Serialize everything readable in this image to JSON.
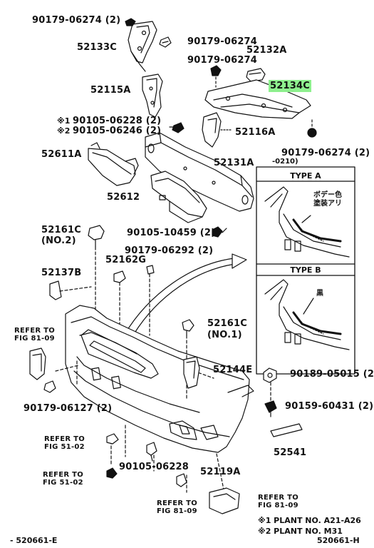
{
  "callouts": {
    "p90179_06274_2_top": "90179-06274 (2)",
    "p52133c": "52133C",
    "p90179_06274_a": "90179-06274",
    "p52132a": "52132A",
    "p90179_06274_b": "90179-06274",
    "p52115a": "52115A",
    "p52134c": "52134C",
    "p90105_06228_2": "90105-06228 (2)",
    "p90105_06246_2": "90105-06246 (2)",
    "mark1": "※1",
    "mark2": "※2",
    "p52116a": "52116A",
    "p52611a": "52611A",
    "p90179_06274_2_right": "90179-06274 (2)",
    "p52131a": "52131A",
    "p52612": "52612",
    "p90105_10459_2": "90105-10459 (2)",
    "p52161c_top": "52161C",
    "no2": "(NO.2)",
    "p90179_06292_2": "90179-06292 (2)",
    "p52162g": "52162G",
    "p52137b": "52137B",
    "p52161c_mid": "52161C",
    "no1": "(NO.1)",
    "refer_fig_81_09_left": [
      "REFER TO",
      "FIG 81-09"
    ],
    "p52144e": "52144E",
    "p90189_05015_2": "90189-05015 (2)",
    "p90179_06127_2": "90179-06127 (2)",
    "p90159_60431_2": "90159-60431 (2)",
    "refer_fig_51_02_a": [
      "REFER TO",
      "FIG 51-02"
    ],
    "p52541": "52541",
    "p90105_06228": "90105-06228",
    "p52119a": "52119A",
    "refer_fig_51_02_b": [
      "REFER TO",
      "FIG 51-02"
    ],
    "refer_fig_81_09_bottom_left": [
      "REFER TO",
      "FIG 81-09"
    ],
    "refer_fig_81_09_bottom_right": [
      "REFER TO",
      "FIG 81-09"
    ]
  },
  "type_box": {
    "date": "-0210)",
    "type_a": "TYPE A",
    "type_a_note": [
      "ボデー色",
      "塗装アリ"
    ],
    "type_b": "TYPE B",
    "type_b_note": "黒"
  },
  "footnotes": {
    "plant1": "※1 PLANT NO. A21-A26",
    "plant2": "※2 PLANT NO. M31"
  },
  "footer": {
    "left_code": "- 520661-E",
    "right_code": "520661-H"
  },
  "colors": {
    "highlight": "#8ef08e",
    "ink": "#111111"
  }
}
